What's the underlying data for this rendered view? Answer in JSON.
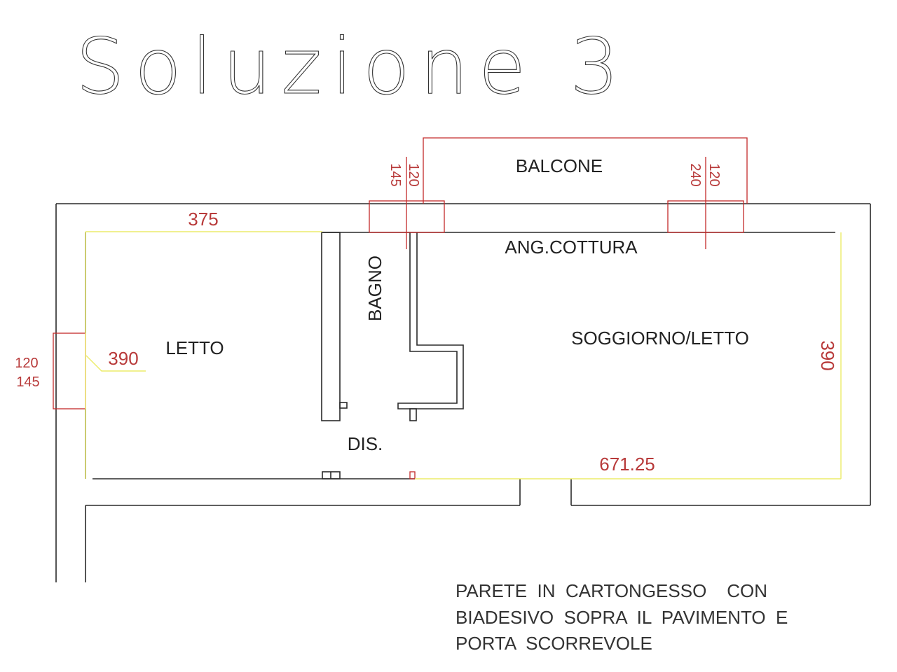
{
  "title": "Soluzione 3",
  "rooms": {
    "balcone": "BALCONE",
    "ang_cottura": "ANG.COTTURA",
    "letto": "LETTO",
    "bagno": "BAGNO",
    "soggiorno": "SOGGIORNO/LETTO",
    "dis": "DIS."
  },
  "dimensions": {
    "letto_width": "375",
    "letto_height": "390",
    "soggiorno_width": "671.25",
    "soggiorno_height": "390",
    "window_left_w": "120",
    "window_left_h": "145",
    "balcony_door_left_w": "120",
    "balcony_door_left_h": "145",
    "balcony_door_right_w": "120",
    "balcony_door_right_h": "240"
  },
  "note": {
    "line1": "PARETE  IN  CARTONGESSO    CON",
    "line2": "BIADESIVO  SOPRA  IL  PAVIMENTO  E",
    "line3": "PORTA  SCORREVOLE"
  },
  "colors": {
    "wall": "#2a2a2a",
    "opening": "#c42a2a",
    "dimension_line": "#ecec6a",
    "dimension_text": "#b83a3a"
  }
}
